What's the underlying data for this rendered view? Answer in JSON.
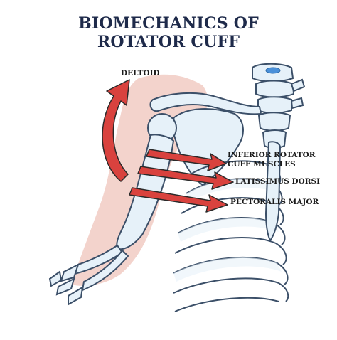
{
  "title": {
    "line1": "BIOMECHANICS OF",
    "line2": "ROTATOR CUFF"
  },
  "labels": {
    "deltoid": "DELTOID",
    "inferior_line1": "INFERIOR ROTATOR",
    "inferior_line2": "CUFF MUSCLES",
    "latissimus": "LATISSIMUS DORSI",
    "pectoralis": "PECTORALIS MAJOR"
  },
  "colors": {
    "arrow": "#d9423e",
    "arrow_outline": "#2a2a2a",
    "bone_fill": "#e6f1f9",
    "bone_outline": "#3b4f68",
    "muscle_shadow": "#f3d3cc",
    "title": "#1e2a4a",
    "disc_accent": "#4a90d9"
  }
}
